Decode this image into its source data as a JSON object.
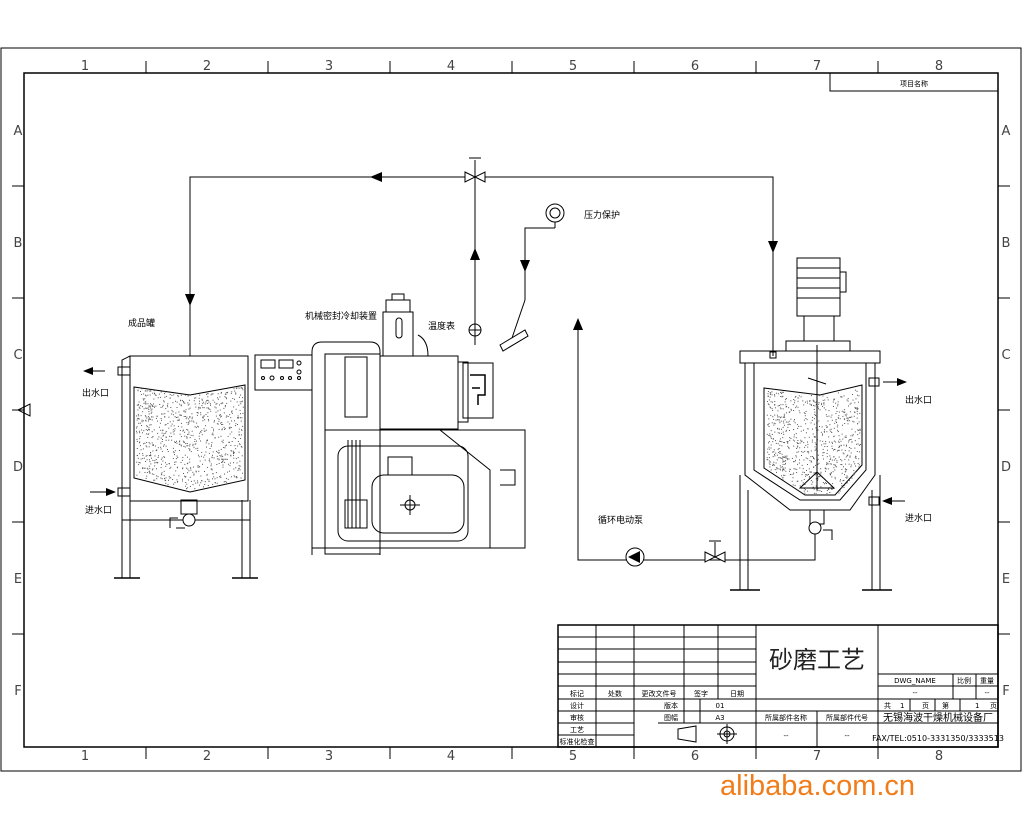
{
  "frame": {
    "column_labels": [
      "1",
      "2",
      "3",
      "4",
      "5",
      "6",
      "7",
      "8"
    ],
    "row_labels": [
      "A",
      "B",
      "C",
      "D",
      "E",
      "F"
    ],
    "project_name_label": "项目名称"
  },
  "labels": {
    "product_tank": "成品罐",
    "left_outlet": "出水口",
    "left_inlet": "进水口",
    "seal_cooling": "机械密封冷却装置",
    "thermometer": "温度表",
    "pressure_protect": "压力保护",
    "circ_pump": "循环电动泵",
    "right_outlet": "出水口",
    "right_inlet": "进水口"
  },
  "title_block": {
    "drawing_title": "砂磨工艺",
    "headers": [
      "标记",
      "处数",
      "更改文件号",
      "签字",
      "日期"
    ],
    "design": "设计",
    "review": "审核",
    "process": "工艺",
    "standard_check": "标准化检查",
    "version_label": "版本",
    "version": "01",
    "sheet_label": "图幅",
    "sheet": "A3",
    "part_name_label": "所属部件名称",
    "part_code_label": "所属部件代号",
    "part_name": "--",
    "part_code": "--",
    "dwg_name_label": "DWG_NAME",
    "scale_label": "比例",
    "weight_label": "重量",
    "dwg_name": "--",
    "weight": "--",
    "total_label": "共",
    "total_pages": "1",
    "page_unit": "页",
    "current_label": "第",
    "current_page": "1",
    "page_unit2": "页",
    "company": "无锡海波干燥机械设备厂",
    "contact": "FAX/TEL:0510-3331350/3333513"
  },
  "watermark": "alibaba.com.cn"
}
